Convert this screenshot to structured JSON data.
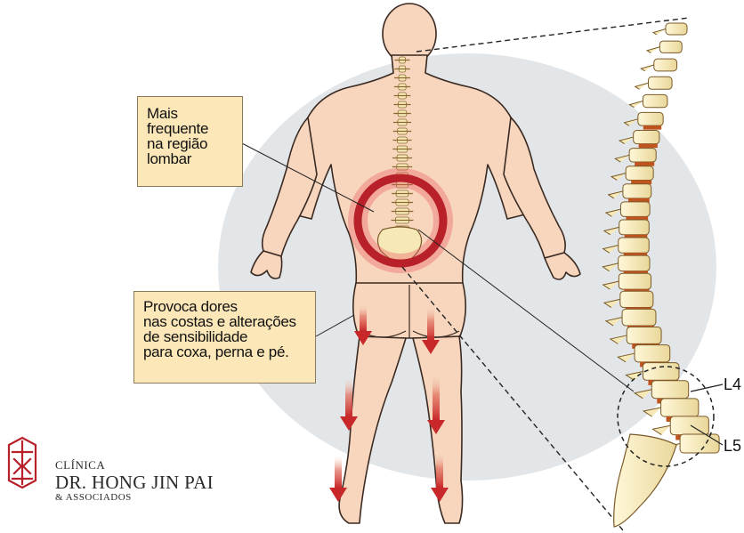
{
  "callouts": {
    "top": [
      "Mais",
      "frequente",
      "na região",
      "lombar"
    ],
    "bottom": [
      "Provoca dores",
      "nas costas e alterações",
      "de sensibilidade",
      "para coxa, perna e pé."
    ]
  },
  "vertebra_labels": {
    "upper": "L4",
    "lower": "L5"
  },
  "logo": {
    "line1": "CLÍNICA",
    "line2": "DR. HONG JIN PAI",
    "line3": "& ASSOCIADOS",
    "icon": "clinic-seal-icon"
  },
  "colors": {
    "skin": "#f7d6bd",
    "skin_outline": "#3a2a22",
    "bone": "#f6e9b7",
    "disc": "#c0541f",
    "pain_ring": "#b8202a",
    "arrow": "#c8282a",
    "backdrop": "#e3e6e8",
    "callout_fill": "#fbe7b8",
    "logo": "#b8202a"
  }
}
